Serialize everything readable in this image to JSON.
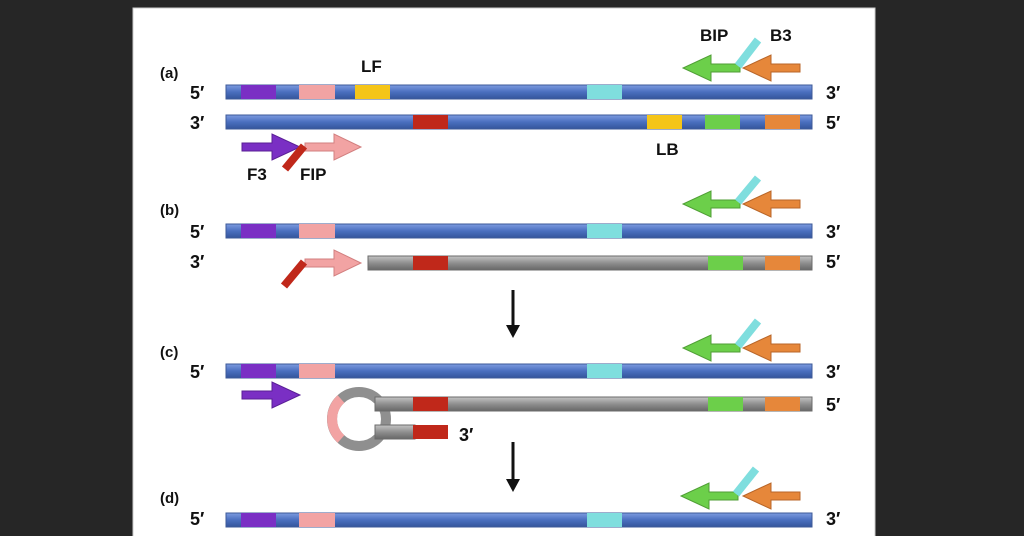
{
  "panels": [
    {
      "id": "a",
      "label": "(a)",
      "top_left": "5′",
      "top_right": "3′",
      "bottom_left": "3′",
      "bottom_right": "5′"
    },
    {
      "id": "b",
      "label": "(b)",
      "top_left": "5′",
      "top_right": "3′",
      "bottom_left": "3′",
      "bottom_right": "5′"
    },
    {
      "id": "c",
      "label": "(c)",
      "top_left": "5′",
      "top_right": "3′",
      "bottom_right": "5′",
      "end_3prime": "3′"
    },
    {
      "id": "d",
      "label": "(d)",
      "top_left": "5′",
      "top_right": "3′"
    }
  ],
  "primers": {
    "LF": "LF",
    "LB": "LB",
    "F3": "F3",
    "FIP": "FIP",
    "BIP": "BIP",
    "B3": "B3"
  },
  "colors": {
    "strand": "#4a6fbf",
    "strand_edge": "#3d5a98",
    "new_strand": "#8f8f8f",
    "purple": "#7a2fc4",
    "pink": "#f2a3a3",
    "yellow": "#f5c518",
    "cyan": "#7fdede",
    "red": "#c0281a",
    "green": "#6ccf4a",
    "orange": "#e6873a"
  }
}
